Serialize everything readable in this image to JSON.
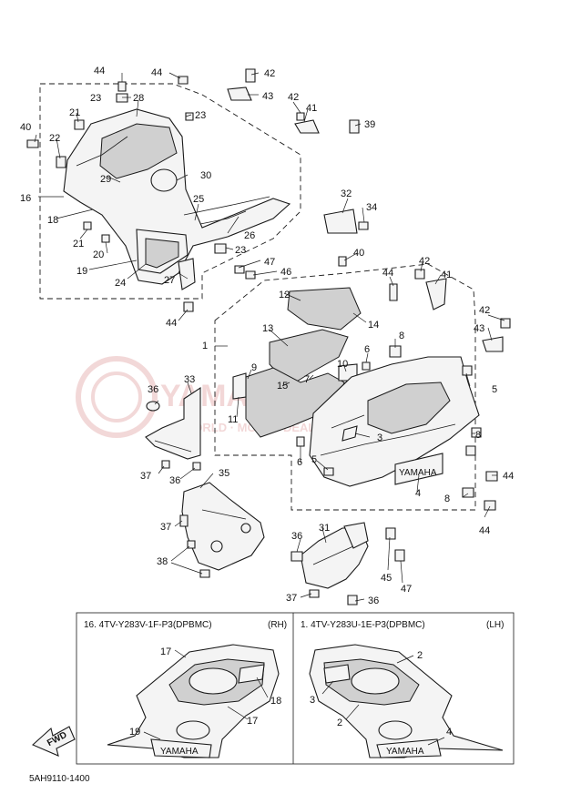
{
  "diagram": {
    "callouts": {
      "c1": "1",
      "c2": "2",
      "c3": "3",
      "c4": "4",
      "c5": "5",
      "c6": "6",
      "c7": "7",
      "c8": "8",
      "c9": "9",
      "c10": "10",
      "c11": "11",
      "c12": "12",
      "c13": "13",
      "c14": "14",
      "c15": "15",
      "c16": "16",
      "c17": "17",
      "c18": "18",
      "c19": "19",
      "c20": "20",
      "c21": "21",
      "c22": "22",
      "c23": "23",
      "c24": "24",
      "c25": "25",
      "c26": "26",
      "c27": "27",
      "c28": "28",
      "c29": "29",
      "c30": "30",
      "c31": "31",
      "c32": "32",
      "c33": "33",
      "c34": "34",
      "c35": "35",
      "c36": "36",
      "c37": "37",
      "c38": "38",
      "c39": "39",
      "c40": "40",
      "c41": "41",
      "c42": "42",
      "c43": "43",
      "c44": "44",
      "c45": "45",
      "c46": "46",
      "c47": "47"
    },
    "inset_left_title": "16. 4TV-Y283V-1F-P3(DPBMC)",
    "inset_left_side": "(RH)",
    "inset_right_title": "1. 4TV-Y283U-1E-P3(DPBMC)",
    "inset_right_side": "(LH)",
    "brand_mark": "YAMAHA",
    "fwd_label": "FWD",
    "figure_code": "5AH9110-1400",
    "watermark_line1": "YAMAPOBTI.COM",
    "watermark_line2": "WORLD · MOTO · DEALER · ONLINE"
  }
}
